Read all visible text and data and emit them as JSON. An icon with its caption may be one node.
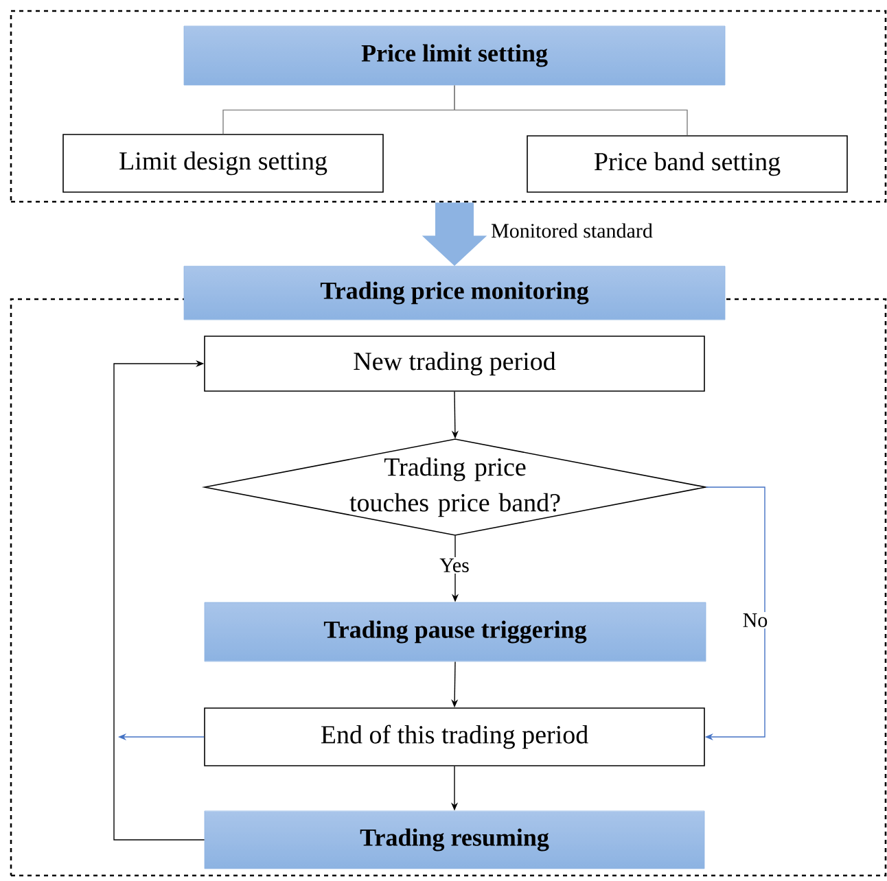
{
  "diagram": {
    "nodes": [
      {
        "text": [],
        "shape": "box"
      },
      {
        "text": [
          "Price limit setting"
        ],
        "in": 0
      },
      {
        "text": [
          "Limit design setting"
        ],
        "in": 0
      },
      {
        "text": [
          "Price band setting"
        ],
        "in": 0
      },
      {
        "text": [],
        "shape": "box"
      },
      {
        "text": [
          "Trading price monitoring"
        ]
      },
      {
        "text": [
          "New trading period"
        ],
        "in": 4
      },
      {
        "text": [
          "Trading price touches price band?"
        ],
        "in": 4
      },
      {
        "text": [
          "Trading pause triggering"
        ],
        "in": 4
      },
      {
        "text": [
          "End of this trading period"
        ],
        "in": 4
      },
      {
        "text": [
          "Trading resuming"
        ],
        "in": 4
      }
    ],
    "edges": [
      {
        "from": 0,
        "to": 5,
        "arrow": "to",
        "label": "Monitored standard",
        "style": "thick",
        "color": "#8db3e2"
      },
      {
        "from": 1,
        "to": 2,
        "arrow": "none",
        "color": "#7f7f7f"
      },
      {
        "from": 1,
        "to": 3,
        "arrow": "none",
        "color": "#7f7f7f"
      },
      {
        "from": 6,
        "to": 7,
        "arrow": "to"
      },
      {
        "from": 7,
        "to": 8,
        "arrow": "to",
        "label": "Yes"
      },
      {
        "from": 7,
        "to": 9,
        "arrow": "to",
        "label": "No",
        "color": "#4472c4"
      },
      {
        "from": 8,
        "to": 9,
        "arrow": "to"
      },
      {
        "from": 9,
        "to": 10,
        "arrow": "to"
      },
      {
        "from": 10,
        "to": 6,
        "arrow": "to"
      },
      {
        "from": 9,
        "to": null,
        "arrow": "to",
        "color": "#4472c4"
      }
    ]
  }
}
